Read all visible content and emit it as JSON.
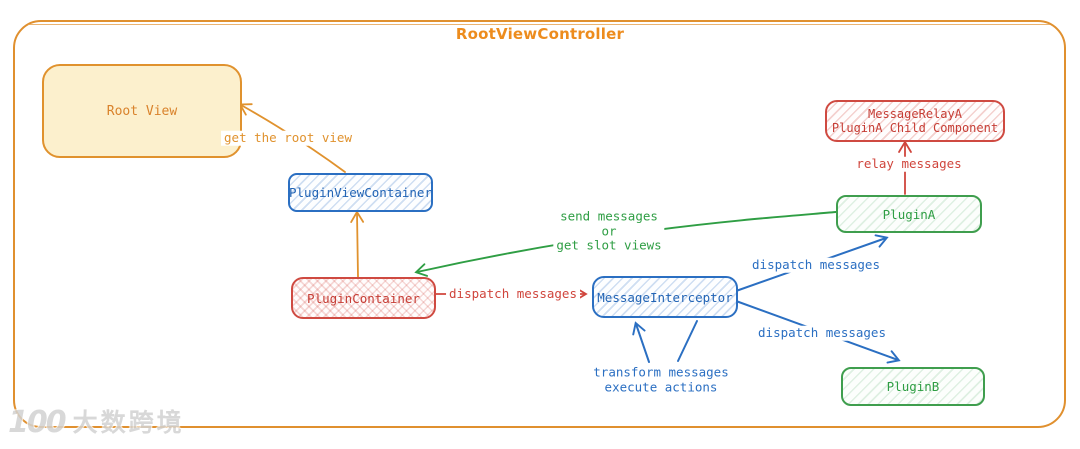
{
  "title": "RootViewController",
  "colors": {
    "orange": "#e0902f",
    "red": "#d0453c",
    "blue": "#2b6fc2",
    "green": "#2f9e44",
    "root_view_fill": "#fcf0cd"
  },
  "nodes": {
    "root_view": {
      "label": "Root View"
    },
    "plugin_view_container": {
      "label": "PluginViewContainer"
    },
    "plugin_container": {
      "label": "PluginContainer"
    },
    "message_interceptor": {
      "label": "MessageInterceptor"
    },
    "plugin_a": {
      "label": "PluginA"
    },
    "message_relay_a": {
      "line1": "MessageRelayA",
      "line2": "PluginA Child Component"
    },
    "plugin_b": {
      "label": "PluginB"
    }
  },
  "edges": {
    "get_root_view": {
      "label": "get the root view"
    },
    "dispatch_to_interceptor": {
      "label": "dispatch messages"
    },
    "send_messages": {
      "line1": "send messages",
      "line2": "or",
      "line3": "get slot views"
    },
    "relay_messages": {
      "label": "relay messages"
    },
    "dispatch_to_plugin_a": {
      "label": "dispatch messages"
    },
    "dispatch_to_plugin_b": {
      "label": "dispatch messages"
    },
    "transform": {
      "line1": "transform messages",
      "line2": "execute actions"
    }
  },
  "watermark": {
    "logo": "100",
    "text": "大数跨境"
  }
}
